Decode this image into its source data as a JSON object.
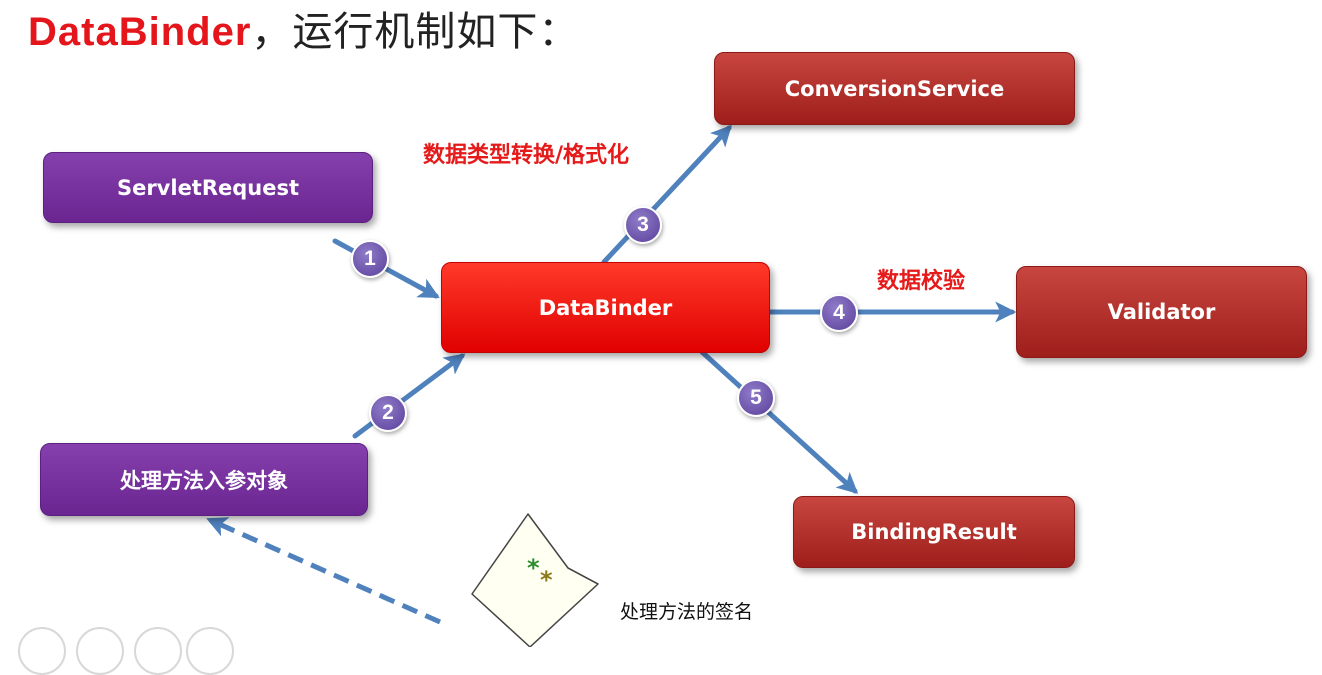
{
  "title": {
    "highlight": "DataBinder",
    "rest": "，运行机制如下："
  },
  "nodes": {
    "servlet_request": "ServletRequest",
    "handler_param": "处理方法入参对象",
    "data_binder": "DataBinder",
    "conversion_service": "ConversionService",
    "validator": "Validator",
    "binding_result": "BindingResult"
  },
  "labels": {
    "conversion": "数据类型转换/格式化",
    "validation": "数据校验",
    "signature": "处理方法的签名"
  },
  "steps": [
    "1",
    "2",
    "3",
    "4",
    "5"
  ],
  "colors": {
    "arrow": "#4f81bd",
    "purple_box": "#7030a0",
    "dark_red_box": "#b22a25",
    "bright_red_box": "#ff1a0e",
    "label_red": "#e51a1a"
  },
  "icons": {
    "document": "document-icon",
    "asterisks": "asterisk-icon"
  }
}
